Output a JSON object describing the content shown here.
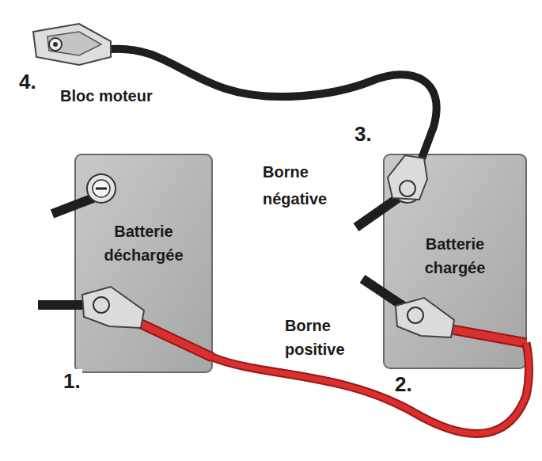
{
  "diagram": {
    "nodes": [
      {
        "text": [
          "Batterie déchargée"
        ]
      },
      {
        "text": [
          "Batterie chargée"
        ]
      }
    ],
    "edges": [
      {
        "from": 0,
        "to": 1,
        "arrow": "none"
      }
    ],
    "labels": [
      "4.",
      "Bloc moteur",
      "3.",
      "Borne négative",
      "Borne positive",
      "1.",
      "2."
    ]
  }
}
